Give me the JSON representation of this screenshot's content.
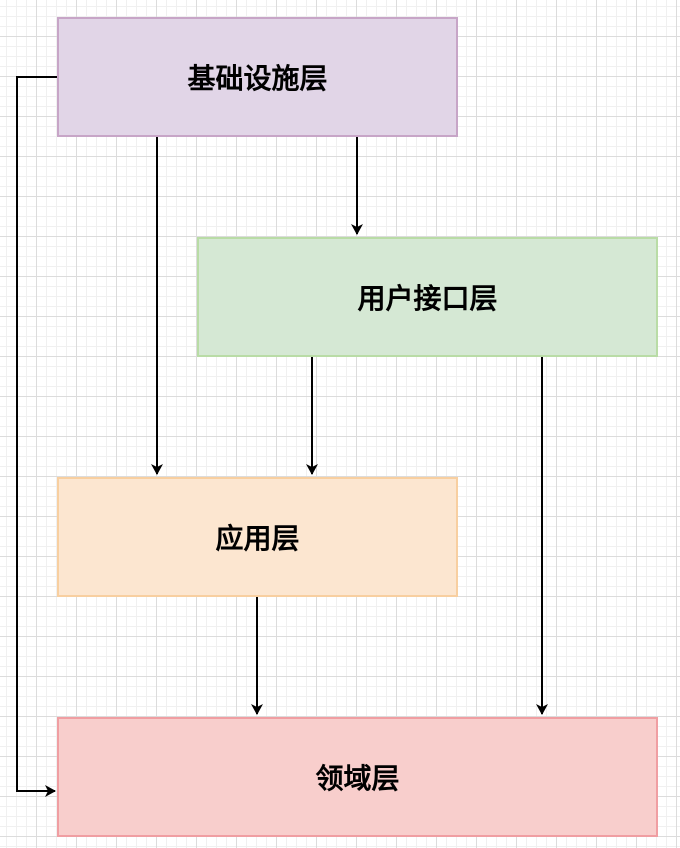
{
  "diagram": {
    "type": "layered-architecture",
    "nodes": [
      {
        "id": "infra",
        "label": "基础设施层",
        "fill": "#e1d5e7",
        "stroke": "#c7a5c7"
      },
      {
        "id": "ui",
        "label": "用户接口层",
        "fill": "#d5e8d4",
        "stroke": "#b9dca6"
      },
      {
        "id": "app",
        "label": "应用层",
        "fill": "#fce6d0",
        "stroke": "#f8cfa0"
      },
      {
        "id": "domain",
        "label": "领域层",
        "fill": "#f8cecc",
        "stroke": "#f09ea2"
      }
    ],
    "edges": [
      {
        "from": "infra",
        "to": "ui"
      },
      {
        "from": "infra",
        "to": "app"
      },
      {
        "from": "infra",
        "to": "domain"
      },
      {
        "from": "ui",
        "to": "app"
      },
      {
        "from": "ui",
        "to": "domain"
      },
      {
        "from": "app",
        "to": "domain"
      }
    ],
    "edge_color": "#000000",
    "grid": true
  }
}
